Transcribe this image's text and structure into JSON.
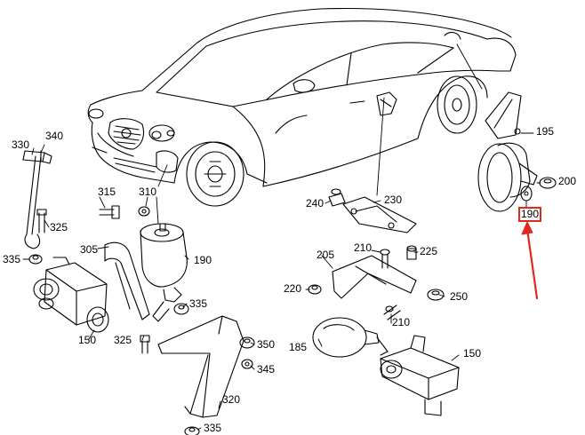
{
  "diagram": {
    "highlighted_part": "190",
    "highlight_color": "#e0281e",
    "labels": {
      "p330": "330",
      "p340": "340",
      "p315": "315",
      "p310": "310",
      "p325a": "325",
      "p335a": "335",
      "p305": "305",
      "p190a": "190",
      "p335b": "335",
      "p150a": "150",
      "p325b": "325",
      "p350": "350",
      "p345": "345",
      "p320": "320",
      "p335c": "335",
      "p240": "240",
      "p230": "230",
      "p205": "205",
      "p210a": "210",
      "p225": "225",
      "p220": "220",
      "p250": "250",
      "p210b": "210",
      "p185": "185",
      "p150b": "150",
      "p195": "195",
      "p200": "200",
      "p190b": "190"
    }
  }
}
